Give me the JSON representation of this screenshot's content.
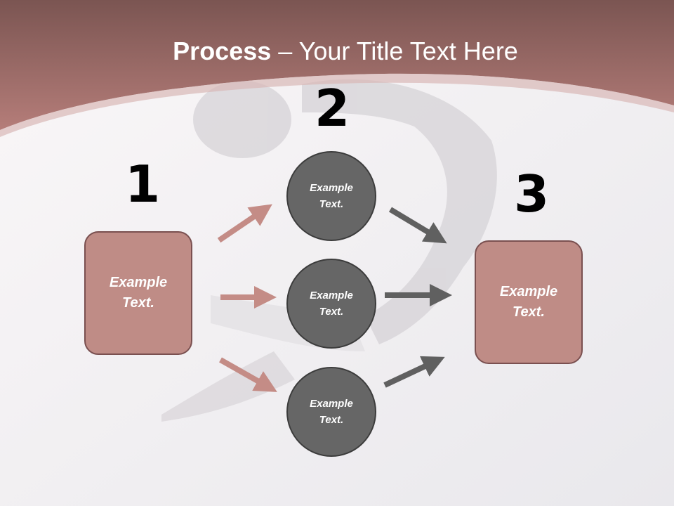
{
  "title": {
    "bold": "Process",
    "rest": " – Your Title Text Here"
  },
  "steps": [
    {
      "number": "1",
      "label": "Example Text."
    },
    {
      "number": "2"
    },
    {
      "number": "3",
      "label": "Example Text."
    }
  ],
  "circles": [
    {
      "label": "Example Text."
    },
    {
      "label": "Example Text."
    },
    {
      "label": "Example Text."
    }
  ],
  "colors": {
    "header": "#a46c69",
    "box": "#bf8c86",
    "circle": "#666666",
    "arrow_rose": "#c48c86",
    "arrow_gray": "#606060"
  }
}
